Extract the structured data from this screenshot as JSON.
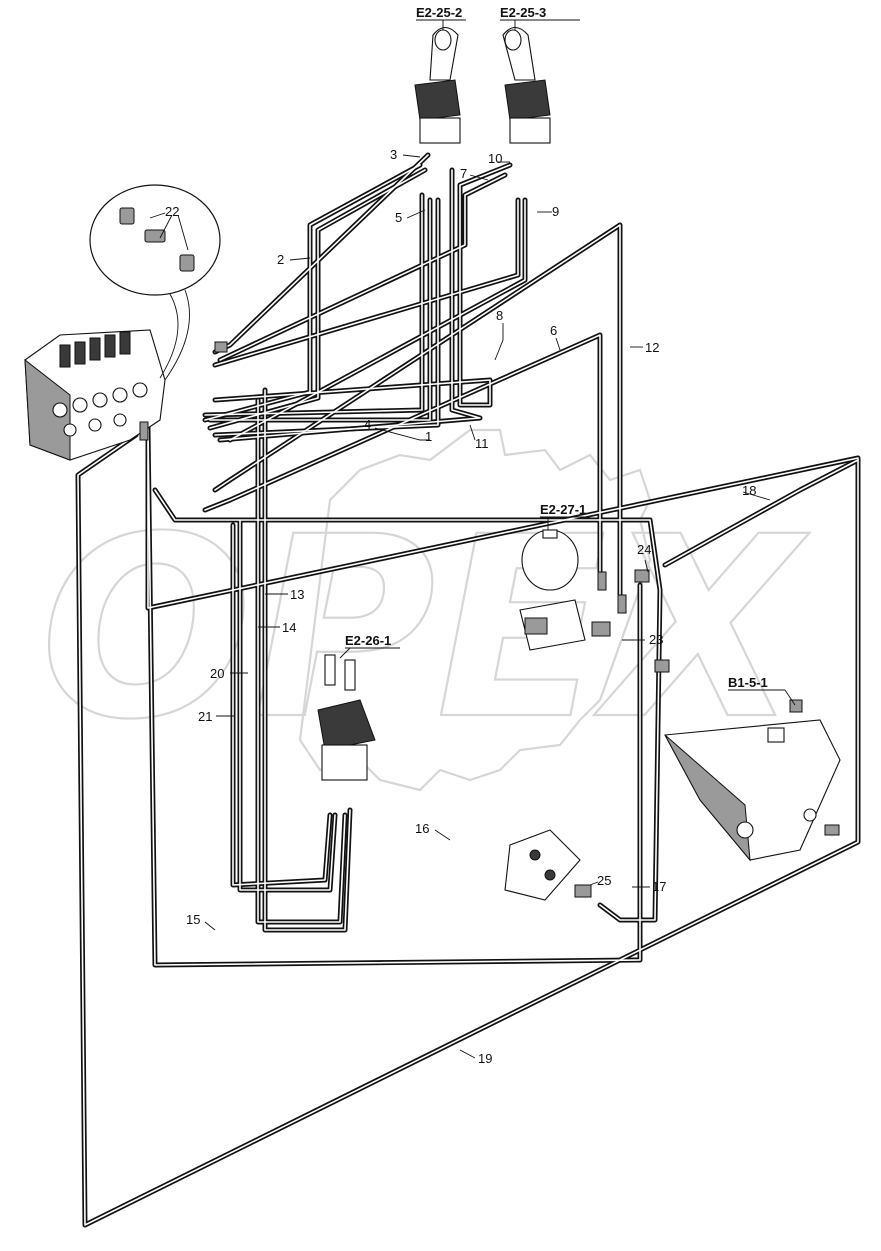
{
  "watermark": "OPEX",
  "component_refs": [
    {
      "id": "joystick-left",
      "label": "E2-25-2"
    },
    {
      "id": "joystick-right",
      "label": "E2-25-3"
    },
    {
      "id": "accumulator",
      "label": "E2-27-1"
    },
    {
      "id": "pedal-valve",
      "label": "E2-26-1"
    },
    {
      "id": "tank",
      "label": "B1-5-1"
    }
  ],
  "callouts": [
    "1",
    "2",
    "3",
    "4",
    "5",
    "6",
    "7",
    "8",
    "9",
    "10",
    "11",
    "12",
    "13",
    "14",
    "15",
    "16",
    "17",
    "18",
    "19",
    "20",
    "21",
    "22",
    "23",
    "24",
    "25"
  ],
  "colors": {
    "hose": "#111111",
    "watermark": "#d6d6d6",
    "background": "#ffffff"
  }
}
